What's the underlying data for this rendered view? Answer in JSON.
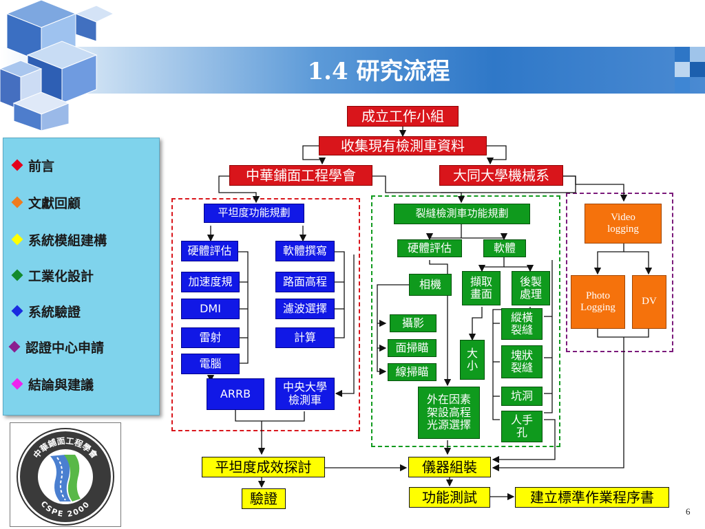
{
  "header": {
    "title": "1.4 研究流程"
  },
  "sidebar": {
    "items": [
      {
        "label": "前言",
        "color": "#e4001a"
      },
      {
        "label": "文獻回顧",
        "color": "#f07c1e"
      },
      {
        "label": "系統模組建構",
        "color": "#ffff00"
      },
      {
        "label": "工業化設計",
        "color": "#138a2c"
      },
      {
        "label": "系統驗證",
        "color": "#1a2be0"
      },
      {
        "label": "認證中心申請",
        "color": "#8a2090"
      },
      {
        "label": "結論與建議",
        "color": "#ee22ee"
      }
    ]
  },
  "logo": {
    "text_top": "中華鋪面工程學會",
    "text_bottom": "CSPE 2000"
  },
  "flow": {
    "top": {
      "start": "成立工作小組",
      "collect": "收集現有檢測車資料",
      "society": "中華鋪面工程學會",
      "university": "大同大學機械系"
    },
    "profile": {
      "header": "平坦度功能規劃",
      "hardware": "硬體評估",
      "software": "軟體撰寫",
      "accel": "加速度規",
      "road_height": "路面高程",
      "dmi": "DMI",
      "filter": "濾波選擇",
      "laser": "雷射",
      "calc": "計算",
      "computer": "電腦",
      "arrb": "ARRB",
      "ncu": "中央大學檢測車"
    },
    "crack": {
      "header": "裂縫檢測車功能規劃",
      "hardware": "硬體評估",
      "software": "軟體",
      "camera": "相機",
      "capture": "擷取畫面",
      "post": "後製處理",
      "photo": "攝影",
      "area_scan": "面掃瞄",
      "line_scan": "線掃瞄",
      "size": "大小",
      "longitudinal": "縱橫裂縫",
      "block": "塊狀裂縫",
      "pothole": "坑洞",
      "manhole": "人手孔",
      "external": "外在因素架設高程光源選擇"
    },
    "video": {
      "logging": "Video logging",
      "photo": "Photo Logging",
      "dv": "DV"
    },
    "bottom": {
      "profile_eval": "平坦度成效探討",
      "assembly": "儀器組裝",
      "verify": "驗證",
      "function_test": "功能測試",
      "sop": "建立標準作業程序書"
    }
  },
  "page": {
    "number": "6"
  }
}
